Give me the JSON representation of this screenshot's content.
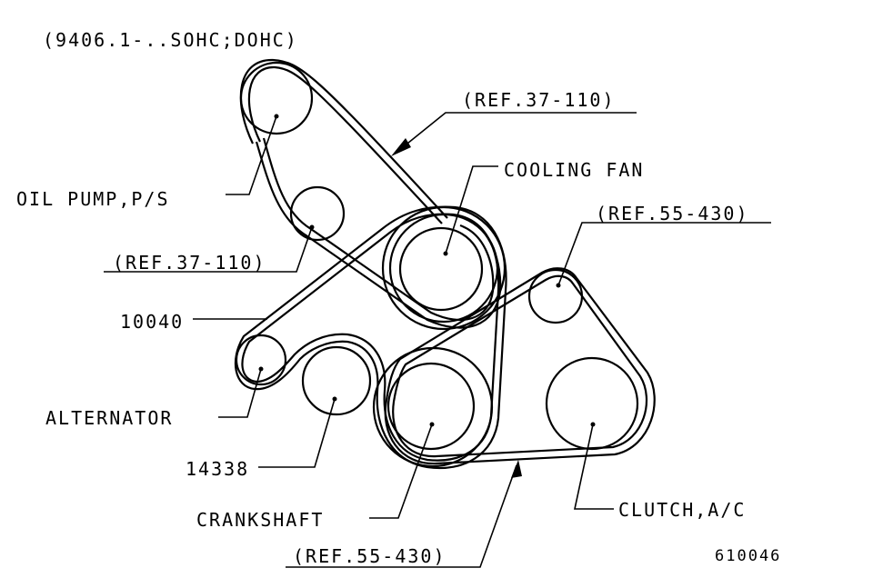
{
  "header_note": "(9406.1-..SOHC;DOHC)",
  "labels": {
    "ref_top": "(REF.37-110)",
    "cooling_fan": "COOLING FAN",
    "oil_pump": "OIL PUMP,P/S",
    "ref_55_upper": "(REF.55-430)",
    "ref_37_mid": "(REF.37-110)",
    "belt_10040": "10040",
    "alternator": "ALTERNATOR",
    "idler_14338": "14338",
    "crankshaft": "CRANKSHAFT",
    "clutch_ac": "CLUTCH,A/C",
    "ref_55_lower": "(REF.55-430)"
  },
  "figure_number": "610046",
  "colors": {
    "ink": "#000000",
    "paper": "#ffffff"
  }
}
